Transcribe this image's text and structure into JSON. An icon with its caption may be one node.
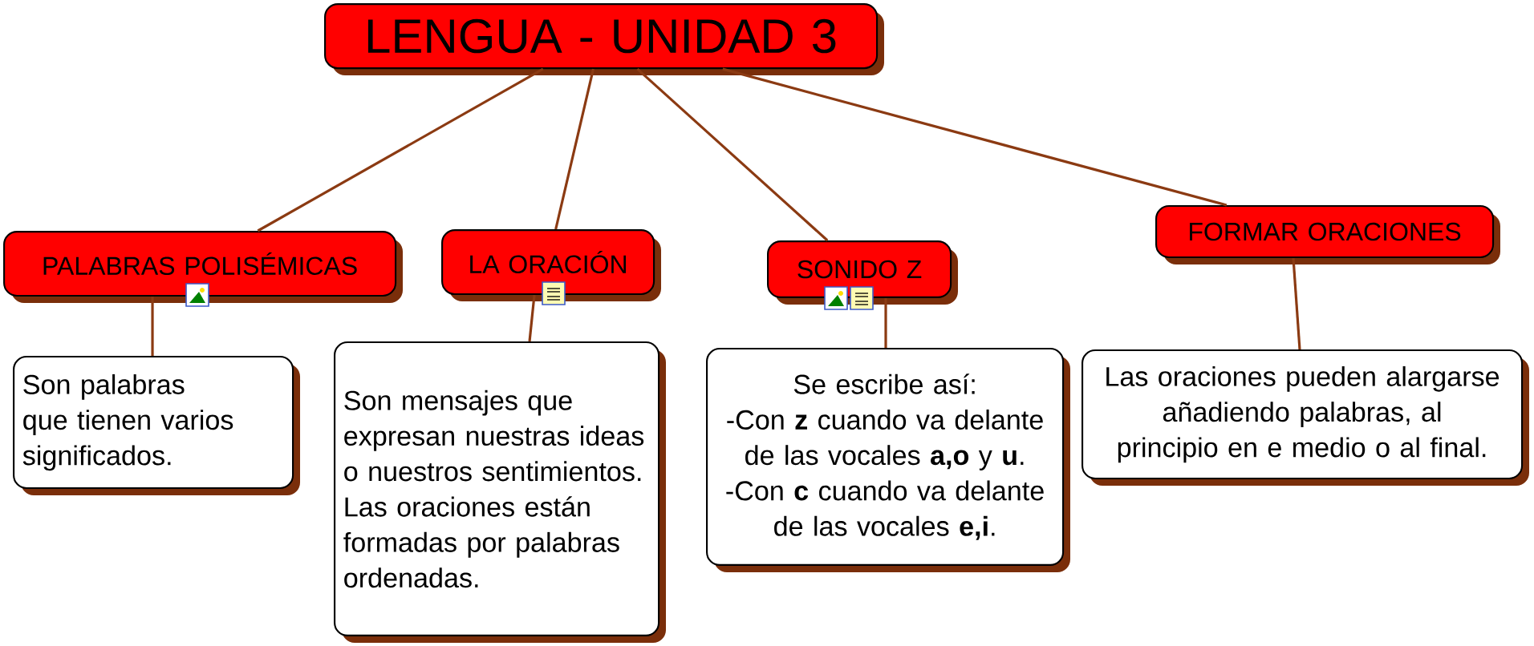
{
  "diagram": {
    "nodes": [
      {
        "text": [
          "LENGUA - UNIDAD 3"
        ]
      },
      {
        "text": [
          "PALABRAS POLISÉMICAS"
        ]
      },
      {
        "text": [
          "LA ORACIÓN"
        ]
      },
      {
        "text": [
          "SONIDO Z"
        ]
      },
      {
        "text": [
          "FORMAR ORACIONES"
        ]
      },
      {
        "text": [
          "Son palabras que tienen varios significados."
        ]
      },
      {
        "text": [
          "Son mensajes que expresan nuestras ideas o nuestros sentimientos.",
          "Las oraciones están formadas por palabras ordenadas."
        ]
      },
      {
        "text": [
          "Se escribe así:",
          "-Con **z** cuando va delante de las vocales **a,o** y **u**.",
          "-Con **c** cuando va delante de las vocales **e,i**."
        ]
      },
      {
        "text": [
          "Las oraciones pueden alargarse añadiendo palabras, al principio en e medio o al final."
        ]
      }
    ],
    "edges": [
      {
        "from": 0,
        "to": 1,
        "arrow": "none"
      },
      {
        "from": 0,
        "to": 2,
        "arrow": "none"
      },
      {
        "from": 0,
        "to": 3,
        "arrow": "none"
      },
      {
        "from": 0,
        "to": 4,
        "arrow": "none"
      },
      {
        "from": 1,
        "to": 5,
        "arrow": "none"
      },
      {
        "from": 2,
        "to": 6,
        "arrow": "none"
      },
      {
        "from": 3,
        "to": 7,
        "arrow": "none"
      },
      {
        "from": 4,
        "to": 8,
        "arrow": "none"
      }
    ]
  }
}
